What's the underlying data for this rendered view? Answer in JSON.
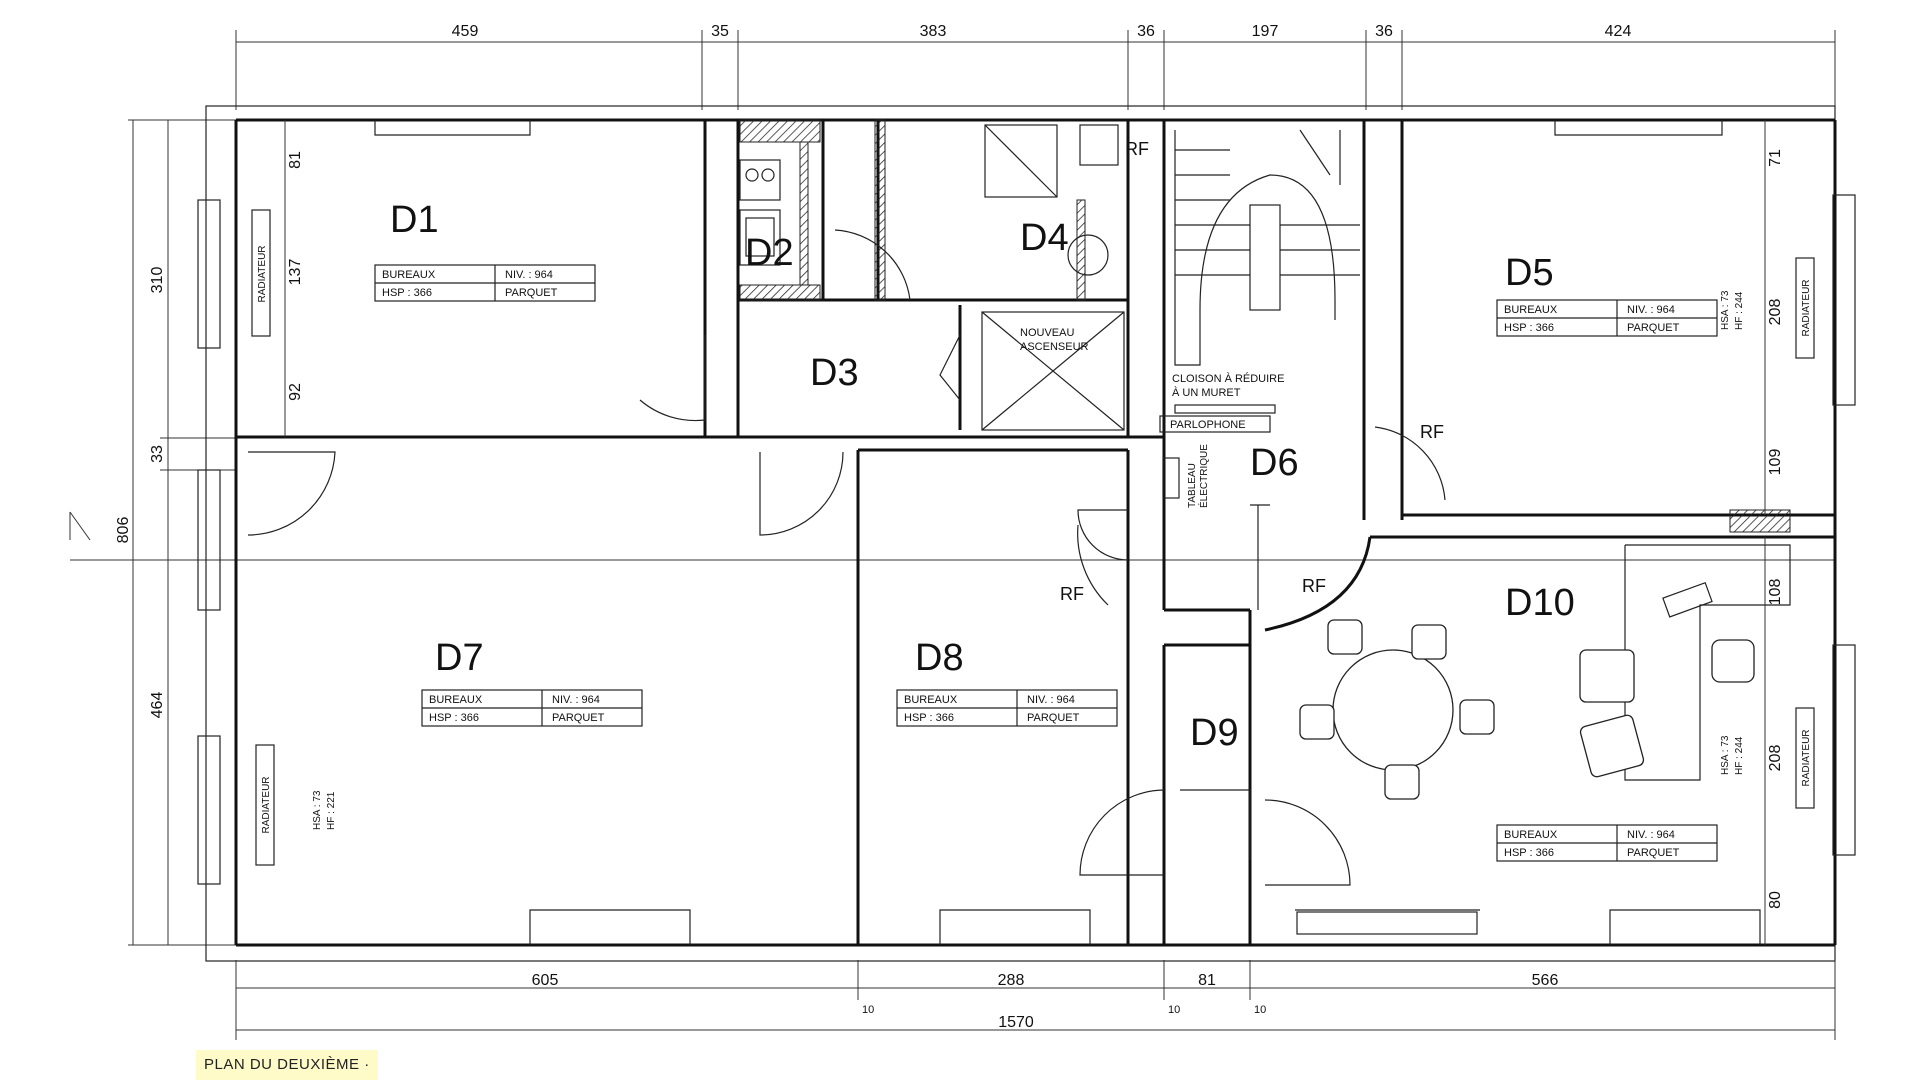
{
  "caption": "PLAN DU DEUXIÈME ·",
  "rooms": {
    "d1": "D1",
    "d2": "D2",
    "d3": "D3",
    "d4": "D4",
    "d5": "D5",
    "d6": "D6",
    "d7": "D7",
    "d8": "D8",
    "d9": "D9",
    "d10": "D10"
  },
  "info_box": {
    "type": "BUREAUX",
    "niv": "NIV. : 964",
    "hsp": "HSP : 366",
    "floor": "PARQUET"
  },
  "labels": {
    "rf": "RF",
    "radiateur": "RADIATEUR",
    "elevator_line1": "NOUVEAU",
    "elevator_line2": "ASCENSEUR",
    "cloison_line1": "CLOISON À RÉDUIRE",
    "cloison_line2": "À UN MURET",
    "parlophone": "PARLOPHONE",
    "tableau_line1": "TABLEAU",
    "tableau_line2": "ÉLECTRIQUE",
    "hsa": "HSA : 73",
    "hf_244": "HF : 244",
    "hf_221": "HF : 221"
  },
  "dimensions": {
    "top": [
      "459",
      "35",
      "383",
      "36",
      "197",
      "36",
      "424"
    ],
    "bottom": [
      "605",
      "288",
      "81",
      "566"
    ],
    "bottom_total": "1570",
    "bottom_small": "10",
    "left": [
      "310",
      "33",
      "464"
    ],
    "left_total": "806",
    "d1_inner": [
      "81",
      "137",
      "92"
    ],
    "d5_inner": [
      "71",
      "208",
      "109"
    ],
    "d10_inner": [
      "108",
      "208",
      "80"
    ]
  }
}
